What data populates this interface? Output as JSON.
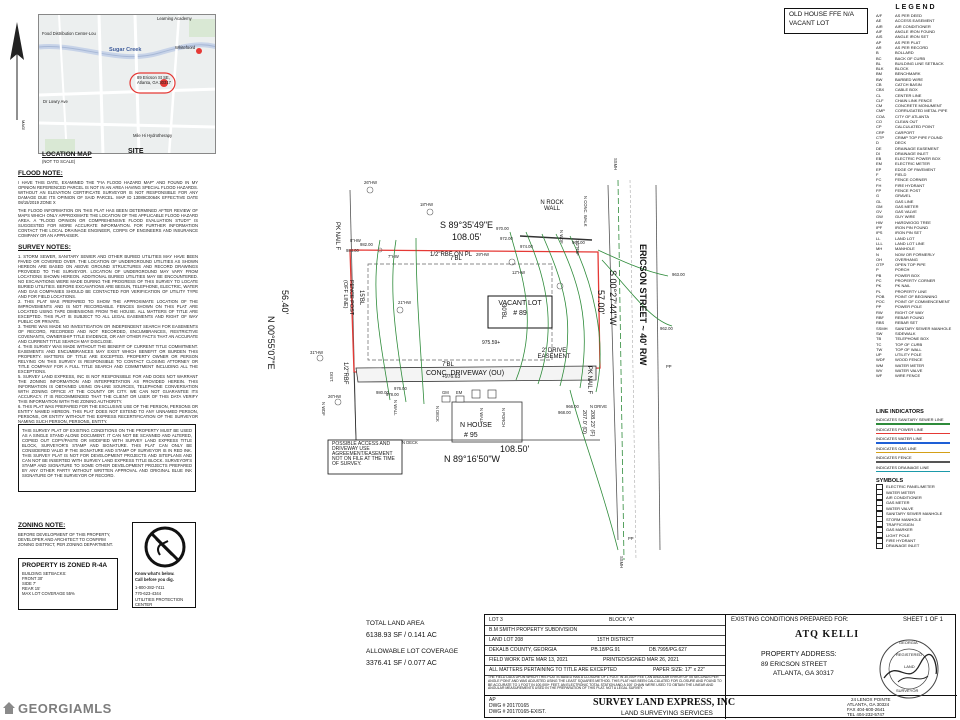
{
  "location_map": {
    "title": "LOCATION MAP",
    "subtitle": "(NOT TO SCALE)",
    "site_label": "SITE",
    "magnetic": "MAGNETIC",
    "place_labels": [
      "Learning Academy",
      "Food Distribution Center-Lou",
      "Sugar Creek",
      "Whitefoord",
      "89 Ericson St SE, Atlanta, GA 30317",
      "Mile Hi Hydrotherapy",
      "Dr Lowry Ave"
    ]
  },
  "flood_note": {
    "title": "FLOOD NOTE:",
    "p1": "I HAVE THIS DATE, EXAMINED THE \"FIA FLOOD HAZARD MAP\" AND FOUND IN MY OPINION REFERENCED PARCEL IS NOT IN AN AREA HAVING SPECIAL FLOOD HAZARDS. WITHOUT AN ELEVATION CERTIFICATE SURVEYOR IS NOT RESPONSIBLE FOR ANY DAMAGE DUE ITS OPINION OF SAID PARCEL. MAP ID 13089C0064K EFFECTIVE DATE 08/15/2019 ZONE X",
    "p2": "THE FLOOD INFORMATION ON THIS PLAT HAS BEEN DETERMINED AFTER REVIEW OF MAPS WHICH ONLY APPROXIMATE THE LOCATION OF THE APPLICABLE FLOOD HAZARD AREA. A \"FLOOD OPINION OR COMPREHENSIVE FLOOD EVALUATION STUDY\" IS SUGGESTED FOR MORE ACCURATE INFORMATION. FOR FURTHER INFORMATION CONTACT THE LOCAL DRAINAGE ENGINEER, CORPS OF ENGINEERS AND INSURANCE COMPANY OR AN APPRAISER."
  },
  "survey_notes": {
    "title": "SURVEY NOTES:",
    "items": [
      "1. STORM SEWER, SANITARY SEWER AND OTHER BURIED UTILITIES MAY HAVE BEEN PAVED OR COVERED OVER. THE LOCATION OF UNDERGROUND UTILITIES AS SHOWN HEREON ARE BASED ON ABOVE GROUND STRUCTURES AND RECORD DRAWINGS PROVIDED TO THE SURVEYOR. LOCATION OF UNDERGROUND MAY VARY FROM LOCATIONS SHOWN HEREON. ADDITIONAL BURIED UTILITIES MAY BE ENCOUNTERED. NO EXCAVATIONS WERE MADE DURING THE PROGRESS OF THIS SURVEY TO LOCATE BURIED UTILITIES. BEFORE EXCAVATIONS ARE BEGUN, TELEPHONE, ELECTRIC, WATER AND GAS COMPANIES SHOULD BE CONTACTED FOR VERIFICATION OF UTILITY TYPE AND FOR FIELD LOCATIONS.",
      "2. THIS PLAT WAS PREPARED TO SHOW THE APPROXIMATE LOCATION OF THE IMPROVEMENTS AND IS NOT RECORDABLE. FENCES SHOWN ON THIS PLAT ARE LOCATED USING TAPE DIMENSIONS FROM THE HOUSE. ALL MATTERS OF TITLE ARE EXCEPTED. THIS PLAT IS SUBJECT TO ALL LEGAL EASEMENTS AND RIGHT OF WAY PUBLIC OR PRIVATE.",
      "3. THERE WAS MADE NO INVESTIGATION OR INDEPENDENT SEARCH FOR EASEMENTS OF RECORD, RECORDED AND NOT RECORDED, ENCUMBRANCES, RESTRICTIVE COVENANTS, OWNERSHIP TITLE EVIDENCE, OR ANY OTHER FACTS THAT AN ACCURATE AND CURRENT TITLE SEARCH MAY DISCLOSE.",
      "4. THIS SURVEY WAS MADE WITHOUT THE BENEFIT OF CURRENT TITLE COMMITMENT. EASEMENTS AND ENCUMBRANCES MAY EXIST WHICH BENEFIT OR BURDEN THIS PROPERTY. MATTERS OF TITLE ARE EXCEPTED. PROPERTY OWNER OR PERSON RELYING ON THIS SURVEY IS RESPONSIBLE TO CONTACT CLOSING ATTORNEY OR TITLE COMPANY FOR A FULL TITLE SEARCH AND COMMITMENT INCLUDING ALL THE EXCEPTIONS.",
      "5. SURVEY LAND EXPRESS, INC IS NOT RESPONSIBLE FOR AND DOES NOT WARRANT THE ZONING INFORMATION AND INTERPRETATION AS PROVIDED HEREIN. THIS INFORMATION IS OBTAINED USING ON-LINE SOURCES, TELEPHONE CONVERSATION WITH ZONING OFFICE AT THE COUNTY OR CITY. WE CAN NOT GUARANTEE ITS ACCURACY. IT IS RECOMMENDED THAT THE CLIENT OR USER OF THIS DATA VERIFY THIS INFORMATION WITH THE ZONING AUTHORITY.",
      "6. THIS PLAT WAS PREPARED FOR THE EXCLUSIVE USE OF THE PERSON, PERSONS OR ENTITY NAMED HEREON. THIS PLAT DOES NOT EXTEND TO ANY UNNAMED PERSON, PERSONS, OR ENTITY WITHOUT THE EXPRESS RECERTIFICATION OF THE SURVEYOR NAMING SUCH PERSON, PERSONS, ENTITY."
    ]
  },
  "valid_note": "THIS SURVEY PLAT OF EXISTING CONDITIONS ON THE PROPERTY MUST BE USED AS A SINGLE STAND ALONE DOCUMENT. IT CAN NOT BE SCANNED AND ALTERED, COPIED OUT COPY/PASTE OR MODIFIED WITH SURVEY LAND EXPRESS TITLE BLOCK, SURVEYOR'S STAMP AND SIGNATURE. THIS PLAT CAN ONLY BE CONSIDERED VALID IF THE SIGNATURE AND STAMP OF SURVEYOR IS IN RED INK. THIS SURVEY PLAT IS NOT FOR DEVELOPMENT PROJECTS AND SITEPLANS AND CAN NOT BE INSERTED WITH SURVEY LAND EXPRESS TITLE BLOCK. SURVEYOR'S STAMP AND SIGNATURE TO SOME OTHER DEVELOPMENT PROJECTS PREPARED BY ANY OTHER PARTY WITHOUT WRITTEN APPROVAL AND ORIGINAL BLUE INK SIGNATURE OF THE SURVEYOR OF RECORD.",
  "zoning": {
    "title": "ZONING NOTE:",
    "text": "BEFORE DEVELOPMENT OF THIS PROPERTY, DEVELOPER AND ARCHITECT TO CONFIRM ZONING DISTRICT, PER ZONING DEPARTMENT.",
    "zoned": "PROPERTY IS ZONED R-4A",
    "setbacks": [
      "BUILDING SETBACKS:",
      "FRONT 30'",
      "SIDE 7'",
      "REAR 15'",
      "MAX LOT COVERAGE 55%"
    ]
  },
  "call_before": [
    "Know what's below.",
    "Call before you dig.",
    "1-800-282-7411",
    "770-623-4344",
    "UTILITIES PROTECTION CENTER"
  ],
  "plat": {
    "north_bearing": "S 89°35'49\"E",
    "north_dist": "108.05'",
    "south_dist": "108.50'",
    "south_bearing": "N 89°16'50\"W",
    "west_bearing": "N 00°55'07\"E",
    "west_dist": "56.40'",
    "east_bearing": "S 00°27'44\"W",
    "east_dist": "57.00'",
    "street": "ERICSON STREET ~ 40' R/W",
    "lot_label": "VACANT LOT",
    "lot_number": "# 89",
    "south_house": "N HOUSE",
    "south_house_no": "# 95",
    "rock_wall": "N ROCK WALL",
    "driveway": "CONC. DRIVEWAY (OU)",
    "drive_easement": "2' DRIVE EASEMENT",
    "bl_30": "30'BL",
    "bl_15": "15'BL",
    "bl_7_top": "7'BL",
    "bl_7_bot": "7'BL",
    "rbf_top": "1/2\"RBF ON PL",
    "rbf_left": "1/2\"RBF",
    "pk_nail_left": "PK NAIL F",
    "pk_nail_right": "PK NAIL F",
    "fence_post": "FENCE POST (OFF LINE)",
    "elev_center": "975.59+",
    "elev_drive": "+976.63",
    "contours": [
      "970.00",
      "972.00",
      "974.00",
      "976.00",
      "978.00",
      "980.00",
      "982.00",
      "962.00",
      "963.00",
      "964.00",
      "966.00",
      "968.00",
      "984.00"
    ],
    "trees": [
      "26\"HW",
      "18\"HW",
      "21\"HW",
      "31\"HW",
      "26\"HW",
      "12\"HW",
      "8\"HW",
      "29\"HW",
      "7\"HW"
    ],
    "labels_misc": [
      "N DECK",
      "N WALL",
      "N WDF",
      "N WDF",
      "N PORCH",
      "N WALL",
      "N DRIVE",
      "N CONC. WALK",
      "SSMH",
      "SSMH",
      "PP",
      "PP",
      "GM",
      "EM",
      "N DECK",
      "1/2\"RBF",
      "DIST."
    ],
    "possible_note": "POSSIBLE ACCESS AND DRIVEWAY USE AGREEMENT/EASEMENT NOT ON FILE AT THE TIME OF SURVEY.",
    "road_right": [
      "208.23' (F)",
      "207.0' (D)"
    ]
  },
  "legend": {
    "title": "LEGEND",
    "items": [
      [
        "A/F",
        "AS PER DEED"
      ],
      [
        "AE",
        "ACCESS EASEMENT"
      ],
      [
        "AIR",
        "AIR CONDITIONER"
      ],
      [
        "AIF",
        "ANGLE IRON FOUND"
      ],
      [
        "AIS",
        "ANGLE IRON SET"
      ],
      [
        "AP",
        "AS PER PLAT"
      ],
      [
        "AR",
        "AS PER RECORD"
      ],
      [
        "B",
        "BOLLARD"
      ],
      [
        "BC",
        "BACK OF CURB"
      ],
      [
        "BL",
        "BUILDING LINE SETBACK"
      ],
      [
        "BLK",
        "BLOCK"
      ],
      [
        "BM",
        "BENCHMARK"
      ],
      [
        "BW",
        "BARBED WIRE"
      ],
      [
        "CB",
        "CATCH BASIN"
      ],
      [
        "CBX",
        "CABLE BOX"
      ],
      [
        "CL",
        "CENTER LINE"
      ],
      [
        "CLF",
        "CHAIN LINK FENCE"
      ],
      [
        "CM",
        "CONCRETE MONUMENT"
      ],
      [
        "CMP",
        "CORRUGATED METAL PIPE"
      ],
      [
        "COA",
        "CITY OF ATLANTA"
      ],
      [
        "CO",
        "CLEAN OUT"
      ],
      [
        "CP",
        "CALCULATED POINT"
      ],
      [
        "CRP",
        "CARPORT"
      ],
      [
        "CTP",
        "CRIMP TOP PIPE FOUND"
      ],
      [
        "D",
        "DECK"
      ],
      [
        "DE",
        "DRAINAGE EASEMENT"
      ],
      [
        "DI",
        "DRAINAGE INLET"
      ],
      [
        "EB",
        "ELECTRIC POWER BOX"
      ],
      [
        "EM",
        "ELECTRIC METER"
      ],
      [
        "EP",
        "EDGE OF PAVEMENT"
      ],
      [
        "F",
        "FIELD"
      ],
      [
        "FC",
        "FENCE CORNER"
      ],
      [
        "FH",
        "FIRE HYDRANT"
      ],
      [
        "FP",
        "FENCE POST"
      ],
      [
        "G",
        "GRAVEL"
      ],
      [
        "GL",
        "GAS LINE"
      ],
      [
        "GM",
        "GAS METER"
      ],
      [
        "GV",
        "GAS VALVE"
      ],
      [
        "GW",
        "GUY WIRE"
      ],
      [
        "HW",
        "HARDWOOD TREE"
      ],
      [
        "IPF",
        "IRON PIN FOUND"
      ],
      [
        "IPS",
        "IRON PIN SET"
      ],
      [
        "LL",
        "LAND LOT"
      ],
      [
        "LLL",
        "LAND LOT LINE"
      ],
      [
        "MH",
        "MANHOLE"
      ],
      [
        "N",
        "NOW OR FORMERLY"
      ],
      [
        "OH",
        "OVERHANG"
      ],
      [
        "OTP",
        "OPEN TOP PIPE"
      ],
      [
        "P",
        "PORCH"
      ],
      [
        "PB",
        "POWER BOX"
      ],
      [
        "PC",
        "PROPERTY CORNER"
      ],
      [
        "PK",
        "PK NAIL"
      ],
      [
        "PL",
        "PROPERTY LINE"
      ],
      [
        "POB",
        "POINT OF BEGINNING"
      ],
      [
        "POC",
        "POINT OF COMMENCEMENT"
      ],
      [
        "PP",
        "POWER POLE"
      ],
      [
        "RW",
        "RIGHT OF WAY"
      ],
      [
        "RBF",
        "REBAR FOUND"
      ],
      [
        "RBS",
        "REBAR SET"
      ],
      [
        "SSMH",
        "SANITARY SEWER MANHOLE"
      ],
      [
        "SW",
        "SIDEWALK"
      ],
      [
        "TB",
        "TELEPHONE BOX"
      ],
      [
        "TC",
        "TOP OF CURB"
      ],
      [
        "TW",
        "TOP OF WALL"
      ],
      [
        "UP",
        "UTILITY POLE"
      ],
      [
        "WDF",
        "WOOD FENCE"
      ],
      [
        "WM",
        "WATER METER"
      ],
      [
        "WV",
        "WATER VALVE"
      ],
      [
        "WF",
        "WIRE FENCE"
      ]
    ],
    "line_title": "LINE INDICATORS",
    "lines": [
      "INDICATES SANITARY SEWER LINE",
      "INDICATES POWER LINE",
      "INDICATES WATER LINE",
      "INDICATES GAS LINE",
      "INDICATES FENCE",
      "INDICATES DRAINAGE LINE"
    ],
    "symbols_title": "SYMBOLS",
    "symbols": [
      "ELECTRIC PANEL/METER",
      "WATER METER",
      "AIR CONDITIONER",
      "GAS METER",
      "WATER VALVE",
      "SANITARY SEWER MANHOLE",
      "STORM MANHOLE",
      "TRAFFIC/SIGN",
      "GAS MARKER",
      "LIGHT POLE",
      "FIRE HYDRANT",
      "DRAINAGE INLET"
    ]
  },
  "top_right_note": [
    "OLD HOUSE FFE N/A",
    "VACANT LOT"
  ],
  "areas": {
    "total_title": "TOTAL LAND AREA",
    "total_value": "6138.93 SF / 0.141 AC",
    "cov_title": "ALLOWABLE LOT COVERAGE",
    "cov_value": "3376.41 SF / 0.077 AC"
  },
  "title_block": {
    "lot": "LOT 3",
    "block": "BLOCK \"A\"",
    "subdivision": "B.M SMITH PROPERTY SUBDIVISION",
    "land_lot": "LAND LOT 208",
    "district": "15TH DISTRICT",
    "county": "DEKALB COUNTY, GEORGIA",
    "pb": "PB.18/PG.91",
    "db": "DB.7995/PG.627",
    "field_work": "FIELD WORK DATE MAR 13, 2021",
    "printed": "PRINTED/SIGNED MAR 26, 2021",
    "title_except": "ALL MATTERS PERTAINING TO TITLE ARE EXCEPTED",
    "paper_size": "PAPER SIZE: 17\" x 22\"",
    "prepared_for_lbl": "EXISTING CONDITIONS PREPARED FOR:",
    "client": "ATQ KELLI",
    "sheet": "SHEET 1 OF 1",
    "addr_lbl": "PROPERTY ADDRESS:",
    "addr1": "89 ERICSON STREET",
    "addr2": "ATLANTA, GA 30317",
    "company": "SURVEY LAND EXPRESS, INC",
    "services": "LAND SURVEYING SERVICES",
    "co_addr": [
      "24 LENOX POINTE",
      "ATLANTA, GA 30324",
      "FAX 404-600-2641",
      "TEL 404-232-5747"
    ],
    "ap": "AP",
    "dwg": "DWG # 20170165",
    "dwg2": "DWG # 20170165-EXIST.",
    "precision": "THE FIELD DATA UPON WHICH THIS PLAT IS BASED HAS A CLOSURE OF 1 FOOT IN 30,000+ FEET, AN ANGULAR ERROR OF 05 SECONDS PER ANGLE POINT AND WAS ADJUSTED USING THE LEAST SQUARES METHOD. THIS PLAT HAS BEEN CALCULATED FOR CLOSURE AND FOUND TO BE ACCURATE TO 1 FOOT IN 100,000+ FEET. AN ELECTRONIC TOTAL STATION AND A 100' CHAIN WERE USED TO OBTAIN THE LINEAR AND ANGULAR MEASUREMENTS USED IN THE PREPARATION OF THIS PLAT. NOT A LEGAL SURVEY."
  },
  "seal_text": [
    "GEORGIA",
    "REGISTERED",
    "LAND",
    "SURVEYOR"
  ],
  "watermark": "GEORGIAMLS"
}
